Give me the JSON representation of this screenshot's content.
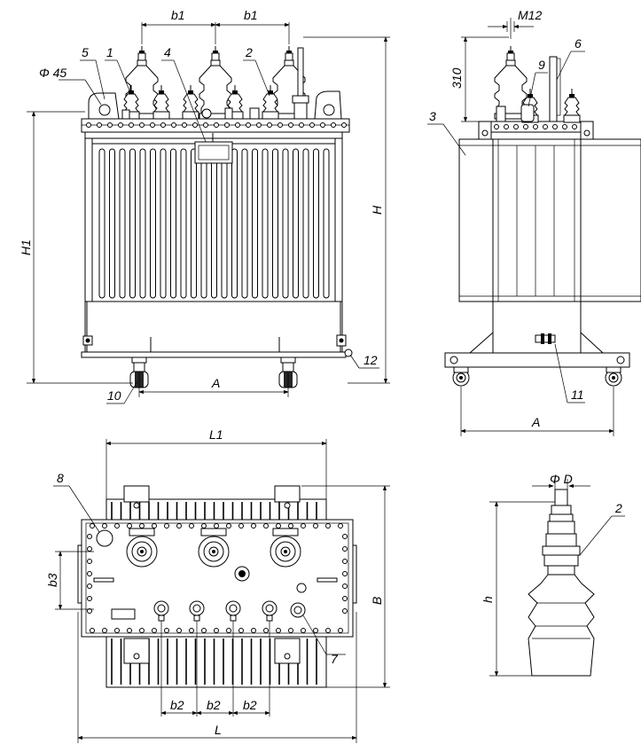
{
  "callouts": {
    "n1": "1",
    "n2": "2",
    "n3": "3",
    "n4": "4",
    "n5": "5",
    "n6": "6",
    "n7": "7",
    "n8": "8",
    "n9": "9",
    "n10": "10",
    "n11": "11",
    "n12": "12",
    "n2_bushing": "2"
  },
  "dimensions": {
    "b1_left": "b1",
    "b1_right": "b1",
    "phi45": "Φ 45",
    "H1": "H1",
    "H": "H",
    "A_front": "A",
    "M12": "M12",
    "h310": "310",
    "A_side": "A",
    "L1": "L1",
    "b3": "b3",
    "B": "B",
    "b2_1": "b2",
    "b2_2": "b2",
    "b2_3": "b2",
    "L": "L",
    "phiD": "Φ D",
    "h": "h"
  }
}
